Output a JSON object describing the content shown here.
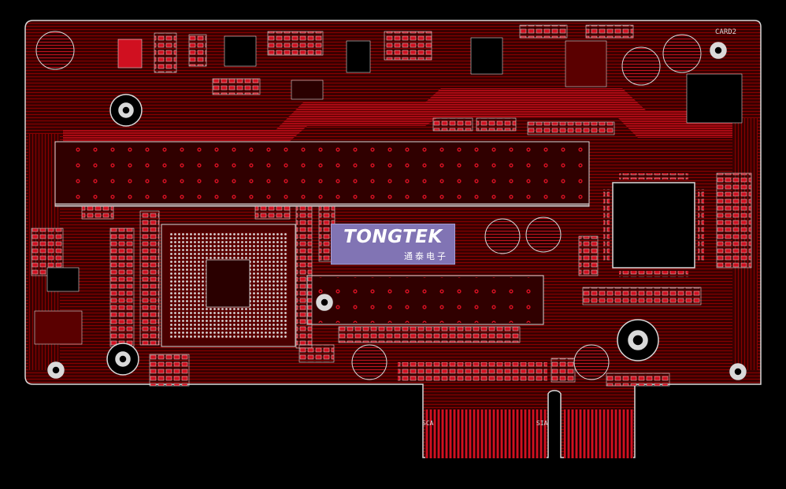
{
  "board": {
    "silkscreen_label": "CARD2",
    "connector_labels": [
      "SCA",
      "SIA"
    ],
    "colors": {
      "background": "#000000",
      "board_fill": "#3a0000",
      "copper": "#8a0000",
      "copper_bright": "#c4141f",
      "pad": "#d01020",
      "outline": "#d9d9d9",
      "silkscreen": "#d9d9d9"
    }
  },
  "logo": {
    "brand": "TONGTEK",
    "subtitle": "通泰电子",
    "background": "#8174b4"
  }
}
